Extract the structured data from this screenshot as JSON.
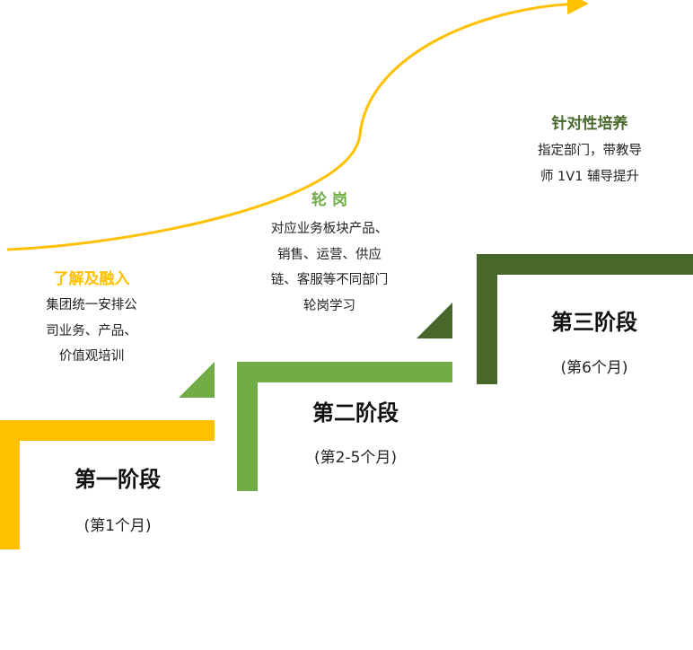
{
  "colors": {
    "stage1": "#FFC000",
    "stage2": "#70AD47",
    "stage3": "#48682B",
    "curve": "#FFC000"
  },
  "stages": [
    {
      "title": "第一阶段",
      "period": "(第1个月)",
      "heading": "了解及融入",
      "desc": [
        "集团统一安排公",
        "司业务、产品、",
        "价值观培训"
      ]
    },
    {
      "title": "第二阶段",
      "period": "(第2-5个月)",
      "heading": "轮 岗",
      "desc": [
        "对应业务板块产品、",
        "销售、运营、供应",
        "链、客服等不同部门",
        "轮岗学习"
      ]
    },
    {
      "title": "第三阶段",
      "period": "(第6个月)",
      "heading": "针对性培养",
      "desc": [
        "指定部门，带教导",
        "师 1V1 辅导提升"
      ]
    }
  ]
}
